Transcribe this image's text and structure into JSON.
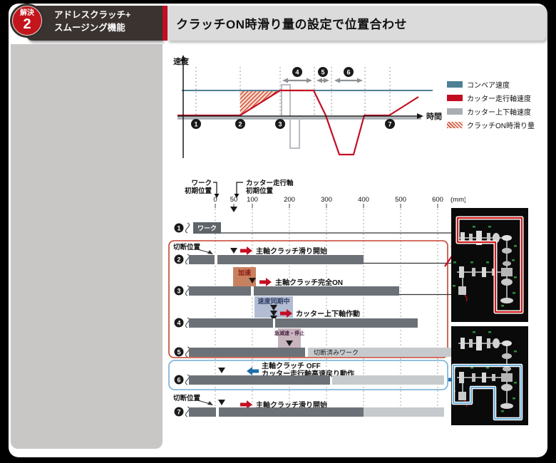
{
  "badge": {
    "label": "解決",
    "number": "2"
  },
  "header": {
    "category_line1": "アドレスクラッチ+",
    "category_line2": "スムージング機能",
    "title": "クラッチON時滑り量の設定で位置合わせ"
  },
  "velocity_chart": {
    "y_axis": "速度",
    "x_axis": "時間",
    "markers": {
      "m1": "1",
      "m2": "2",
      "m3": "3",
      "m4": "4",
      "m5": "5",
      "m6": "6",
      "m7": "7"
    },
    "legend": [
      {
        "label": "コンベア速度",
        "color": "#4e8095",
        "style": "solid"
      },
      {
        "label": "カッター走行軸速度",
        "color": "#c30d23",
        "style": "solid"
      },
      {
        "label": "カッター上下軸速度",
        "color": "#a9aeb4",
        "style": "solid"
      },
      {
        "label": "クラッチON時滑り量",
        "color": "#d4553d",
        "style": "hatched"
      }
    ]
  },
  "chart_data": {
    "type": "line",
    "title": "クラッチON時滑り量の設定で位置合わせ",
    "xlabel": "時間",
    "ylabel": "速度",
    "series": [
      {
        "name": "コンベア速度",
        "color": "#4e8095",
        "points": [
          [
            0,
            1
          ],
          [
            10,
            1
          ]
        ]
      },
      {
        "name": "カッター走行軸速度",
        "color": "#c30d23",
        "points": [
          [
            0,
            0
          ],
          [
            2.5,
            0
          ],
          [
            4.0,
            1
          ],
          [
            5.3,
            1
          ],
          [
            5.8,
            -0.15
          ],
          [
            6.3,
            -1.4
          ],
          [
            6.9,
            -1.4
          ],
          [
            7.3,
            0
          ],
          [
            8.3,
            0
          ],
          [
            9.6,
            0.72
          ]
        ]
      },
      {
        "name": "カッター上下軸速度",
        "color": "#a9aeb4",
        "points": [
          [
            0,
            0
          ],
          [
            4.05,
            0
          ],
          [
            4.05,
            1.15
          ],
          [
            4.4,
            1.15
          ],
          [
            4.4,
            -1.15
          ],
          [
            4.75,
            -1.15
          ],
          [
            4.75,
            0
          ],
          [
            10,
            0
          ]
        ]
      }
    ],
    "event_markers": {
      "1": 0.6,
      "2": 2.5,
      "3": 4.0,
      "7": 8.3
    },
    "interval_markers": {
      "4": [
        4.0,
        5.3
      ],
      "5": [
        5.45,
        6.0
      ],
      "6": [
        6.1,
        7.3
      ]
    },
    "hatched_region": "クラッチON時滑り量 = 加速区間(2.5〜4.0)とコンベア速度の差",
    "legend_position": "right",
    "grid": "dashed-vertical"
  },
  "position_diagram": {
    "work_init": {
      "line1": "ワーク",
      "line2": "初期位置"
    },
    "cutter_init": {
      "line1": "カッター走行軸",
      "line2": "初期位置"
    },
    "ticks": [
      "0",
      "50",
      "100",
      "200",
      "300",
      "400",
      "500",
      "600"
    ],
    "unit": "(mm)",
    "cut_label_top": "切断位置",
    "cut_label_bottom": "切断位置",
    "rows": [
      {
        "num": "1",
        "bar_label": "ワーク"
      },
      {
        "num": "2",
        "annotation": "主軸クラッチ滑り開始"
      },
      {
        "num": "3",
        "phase": "加速",
        "annotation": "主軸クラッチ完全ON"
      },
      {
        "num": "4",
        "phase": "速度同期中",
        "annotation": "カッター上下軸作動"
      },
      {
        "num": "5",
        "phase": "急減速・停止",
        "bar_label": "切断済みワーク"
      },
      {
        "num": "6",
        "annotation_line1": "主軸クラッチ OFF",
        "annotation_line2": "カッター走行軸高速戻り動作"
      },
      {
        "num": "7",
        "annotation": "主軸クラッチ滑り開始"
      }
    ],
    "colors": {
      "bar_dark": "#6c7177",
      "bar_light": "#c6cacd",
      "accel_box": "#c8815f",
      "sync_box": "#b2bcd2",
      "decel_box": "#c7b4bd",
      "group_box_red": "#c5402e",
      "group_box_blue": "#82b7da"
    }
  }
}
